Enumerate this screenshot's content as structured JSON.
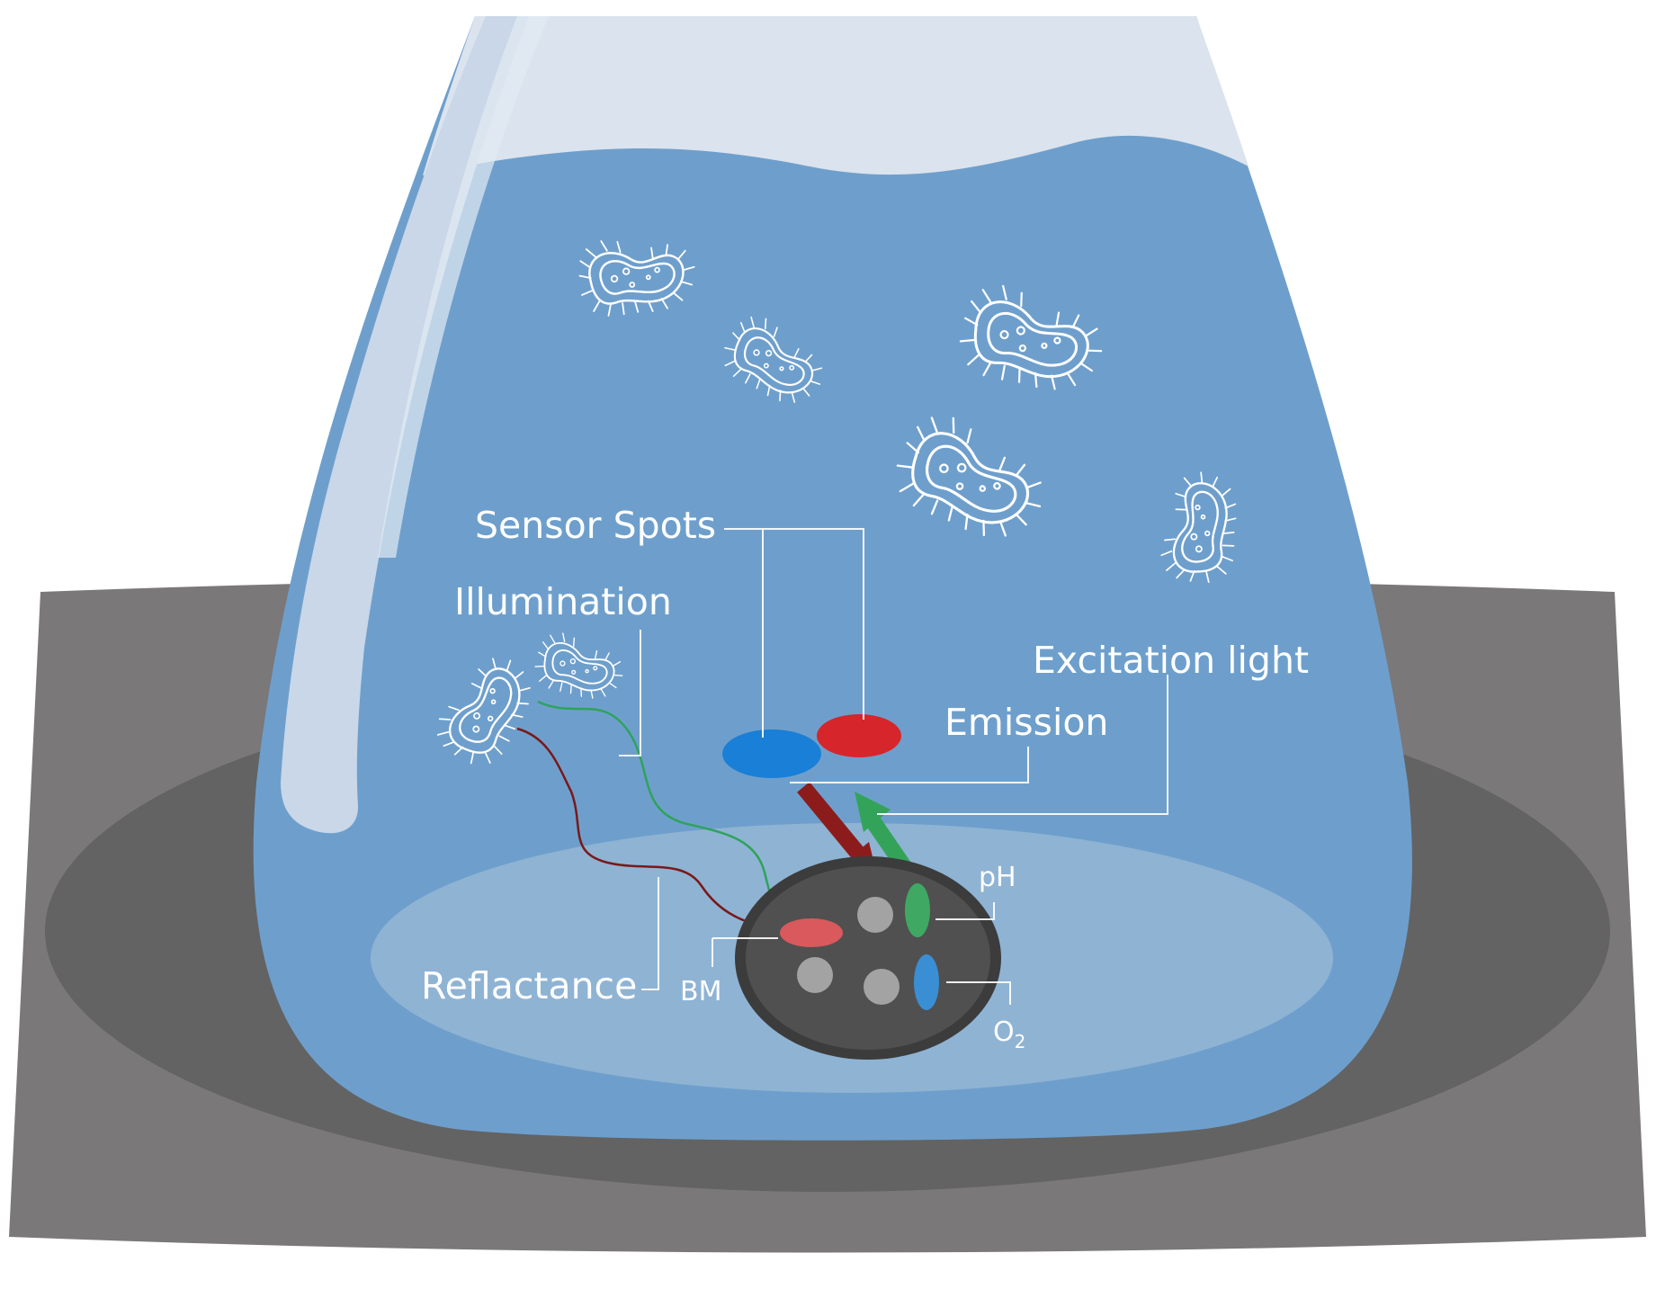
{
  "labels": {
    "sensor_spots": "Sensor Spots",
    "illumination": "Illumination",
    "excitation_light": "Excitation light",
    "emission": "Emission",
    "reflactance": "Reflactance",
    "bm": "BM",
    "ph": "pH",
    "o2_main": "O",
    "o2_sub": "2"
  },
  "colors": {
    "liquid": "#6e9fcc",
    "flask_glass": "#dbe3ee",
    "plate_outer": "#7a7879",
    "plate_inner": "#636363",
    "sensor_disc": "#505050",
    "spot_blue": "#1a7fd6",
    "spot_red": "#d6262b",
    "arrow_red": "#8c1c1c",
    "arrow_green": "#34a35a",
    "spot_green": "#3fa862",
    "spot_o2": "#3a8ed4",
    "spot_bm": "#d9595c",
    "spot_gray": "#a3a3a3"
  },
  "icons": [
    "bacterium-icon",
    "flask-icon",
    "sensor-disc-icon"
  ]
}
